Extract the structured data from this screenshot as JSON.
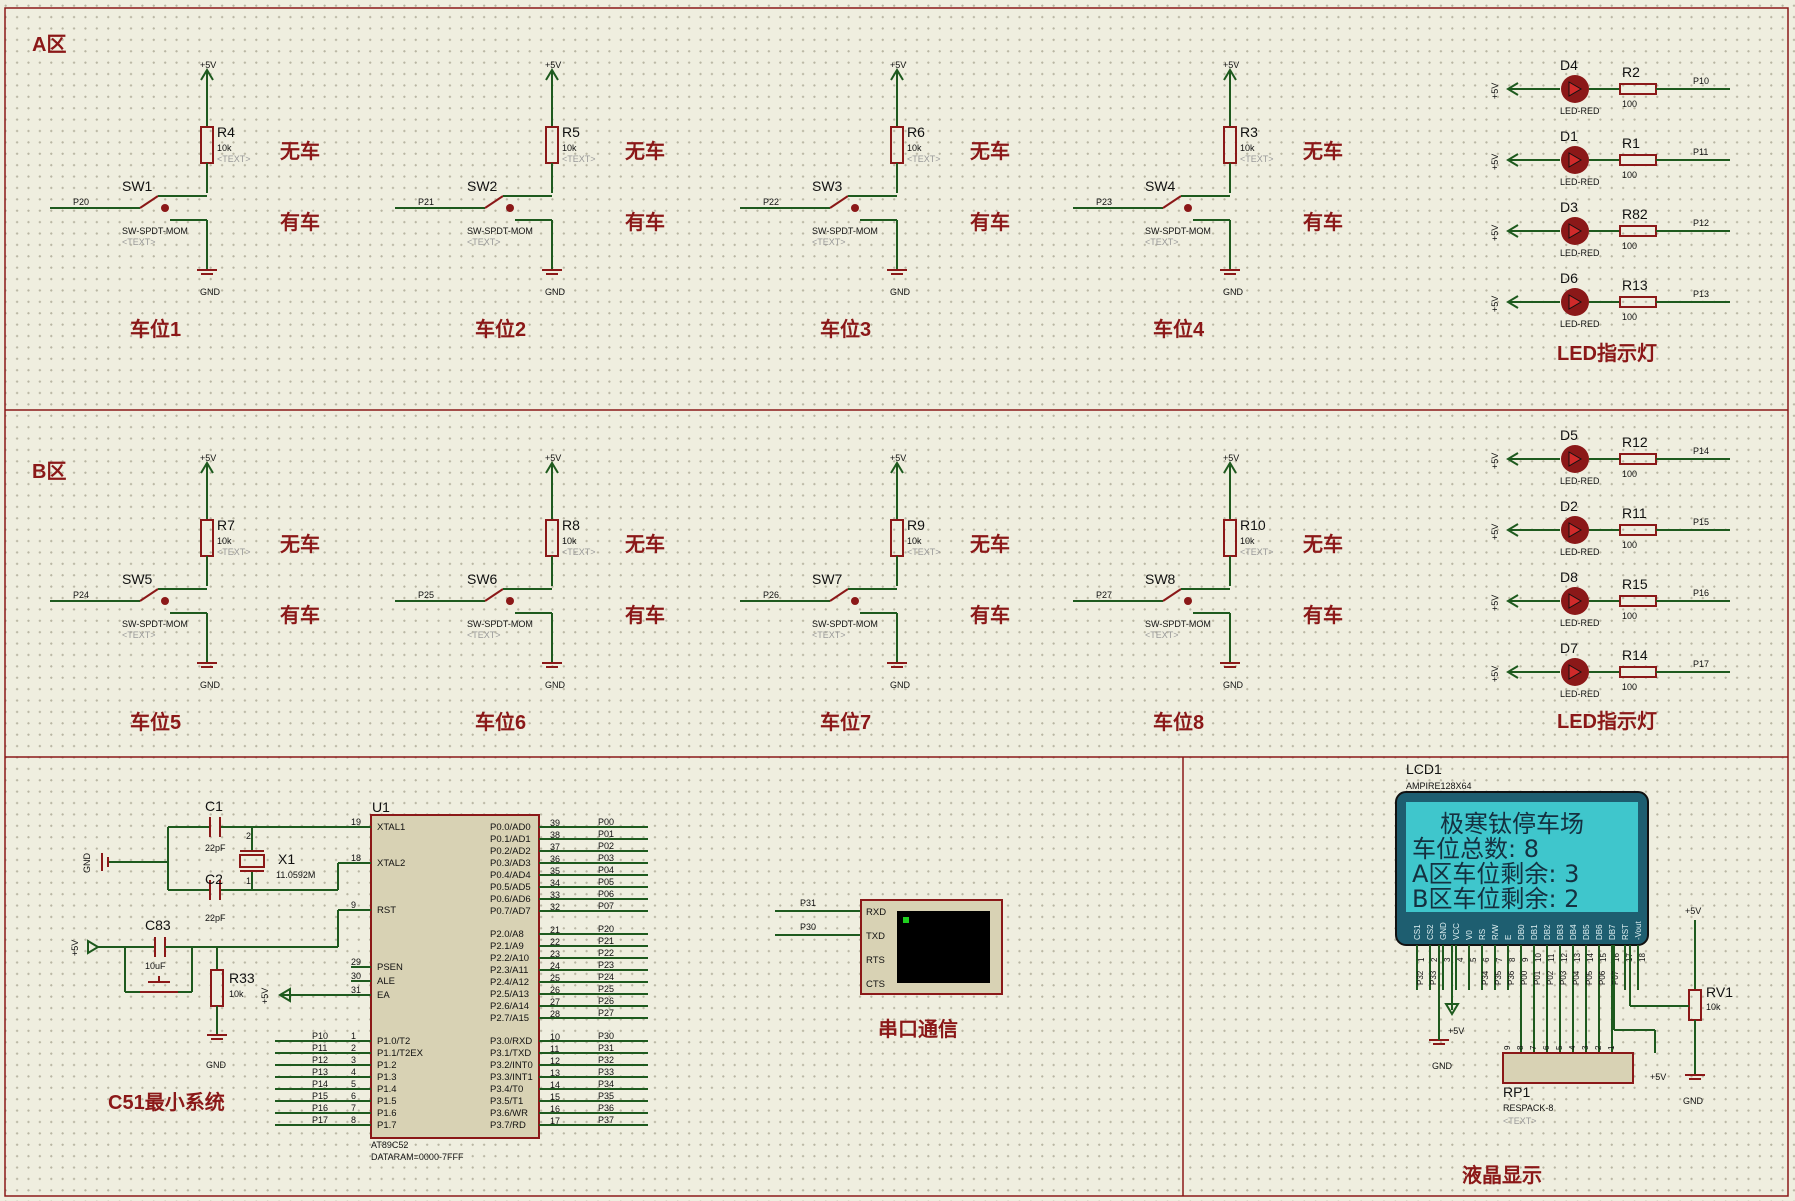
{
  "zones": {
    "a": {
      "label": "A区"
    },
    "b": {
      "label": "B区"
    }
  },
  "power": {
    "vcc": "+5V",
    "gnd": "GND"
  },
  "switch_state": {
    "empty": "无车",
    "occupied": "有车"
  },
  "common": {
    "switch_model": "SW-SPDT-MOM",
    "text_placeholder": "<TEXT>",
    "res_10k": "10k",
    "res_100": "100",
    "led_model": "LED-RED"
  },
  "parking_a": [
    {
      "sw": "SW1",
      "res": "R4",
      "net": "P20",
      "slot": "车位1"
    },
    {
      "sw": "SW2",
      "res": "R5",
      "net": "P21",
      "slot": "车位2"
    },
    {
      "sw": "SW3",
      "res": "R6",
      "net": "P22",
      "slot": "车位3"
    },
    {
      "sw": "SW4",
      "res": "R3",
      "net": "P23",
      "slot": "车位4"
    }
  ],
  "parking_b": [
    {
      "sw": "SW5",
      "res": "R7",
      "net": "P24",
      "slot": "车位5"
    },
    {
      "sw": "SW6",
      "res": "R8",
      "net": "P25",
      "slot": "车位6"
    },
    {
      "sw": "SW7",
      "res": "R9",
      "net": "P26",
      "slot": "车位7"
    },
    {
      "sw": "SW8",
      "res": "R10",
      "net": "P27",
      "slot": "车位8"
    }
  ],
  "leds_a": [
    {
      "led": "D4",
      "res": "R2",
      "net": "P10"
    },
    {
      "led": "D1",
      "res": "R1",
      "net": "P11"
    },
    {
      "led": "D3",
      "res": "R82",
      "net": "P12"
    },
    {
      "led": "D6",
      "res": "R13",
      "net": "P13"
    }
  ],
  "leds_b": [
    {
      "led": "D5",
      "res": "R12",
      "net": "P14"
    },
    {
      "led": "D2",
      "res": "R11",
      "net": "P15"
    },
    {
      "led": "D8",
      "res": "R15",
      "net": "P16"
    },
    {
      "led": "D7",
      "res": "R14",
      "net": "P17"
    }
  ],
  "led_section_title": "LED指示灯",
  "mcu": {
    "ref": "U1",
    "model": "AT89C52",
    "datamem": "DATARAM=0000-7FFF",
    "left_pins": [
      {
        "num": "19",
        "name": "XTAL1"
      },
      {
        "num": "18",
        "name": "XTAL2"
      },
      {
        "num": "9",
        "name": "RST"
      },
      {
        "num": "29",
        "name": "PSEN"
      },
      {
        "num": "30",
        "name": "ALE"
      },
      {
        "num": "31",
        "name": "EA"
      },
      {
        "num": "1",
        "name": "P1.0/T2"
      },
      {
        "num": "2",
        "name": "P1.1/T2EX"
      },
      {
        "num": "3",
        "name": "P1.2"
      },
      {
        "num": "4",
        "name": "P1.3"
      },
      {
        "num": "5",
        "name": "P1.4"
      },
      {
        "num": "6",
        "name": "P1.5"
      },
      {
        "num": "7",
        "name": "P1.6"
      },
      {
        "num": "8",
        "name": "P1.7"
      }
    ],
    "p1_nets": [
      "P10",
      "P11",
      "P12",
      "P13",
      "P14",
      "P15",
      "P16",
      "P17"
    ],
    "port0": [
      {
        "num": "39",
        "name": "P0.0/AD0",
        "net": "P00"
      },
      {
        "num": "38",
        "name": "P0.1/AD1",
        "net": "P01"
      },
      {
        "num": "37",
        "name": "P0.2/AD2",
        "net": "P02"
      },
      {
        "num": "36",
        "name": "P0.3/AD3",
        "net": "P03"
      },
      {
        "num": "35",
        "name": "P0.4/AD4",
        "net": "P04"
      },
      {
        "num": "34",
        "name": "P0.5/AD5",
        "net": "P05"
      },
      {
        "num": "33",
        "name": "P0.6/AD6",
        "net": "P06"
      },
      {
        "num": "32",
        "name": "P0.7/AD7",
        "net": "P07"
      }
    ],
    "port2": [
      {
        "num": "21",
        "name": "P2.0/A8",
        "net": "P20"
      },
      {
        "num": "22",
        "name": "P2.1/A9",
        "net": "P21"
      },
      {
        "num": "23",
        "name": "P2.2/A10",
        "net": "P22"
      },
      {
        "num": "24",
        "name": "P2.3/A11",
        "net": "P23"
      },
      {
        "num": "25",
        "name": "P2.4/A12",
        "net": "P24"
      },
      {
        "num": "26",
        "name": "P2.5/A13",
        "net": "P25"
      },
      {
        "num": "27",
        "name": "P2.6/A14",
        "net": "P26"
      },
      {
        "num": "28",
        "name": "P2.7/A15",
        "net": "P27"
      }
    ],
    "port3": [
      {
        "num": "10",
        "name": "P3.0/RXD",
        "net": "P30"
      },
      {
        "num": "11",
        "name": "P3.1/TXD",
        "net": "P31"
      },
      {
        "num": "12",
        "name": "P3.2/INT0",
        "net": "P32"
      },
      {
        "num": "13",
        "name": "P3.3/INT1",
        "net": "P33"
      },
      {
        "num": "14",
        "name": "P3.4/T0",
        "net": "P34"
      },
      {
        "num": "15",
        "name": "P3.5/T1",
        "net": "P35"
      },
      {
        "num": "16",
        "name": "P3.6/WR",
        "net": "P36"
      },
      {
        "num": "17",
        "name": "P3.7/RD",
        "net": "P37"
      }
    ]
  },
  "minsys": {
    "c1": "C1",
    "c1_val": "22pF",
    "c2": "C2",
    "c2_val": "22pF",
    "x1": "X1",
    "x1_val": "11.0592M",
    "c83": "C83",
    "c83_val": "10uF",
    "r33": "R33",
    "r33_val": "10k",
    "xtal_pin1": "1",
    "xtal_pin2": "2",
    "title": "C51最小系统"
  },
  "serial": {
    "pins": [
      "RXD",
      "TXD",
      "RTS",
      "CTS"
    ],
    "nets": [
      "P31",
      "P30"
    ],
    "title": "串口通信"
  },
  "lcd": {
    "ref": "LCD1",
    "model": "AMPIRE128X64",
    "screen_lines": [
      "极寒钛停车场",
      "车位总数: 8",
      "A区车位剩余: 3",
      "B区车位剩余: 2"
    ],
    "pin_names": [
      "CS1",
      "CS2",
      "GND",
      "VCC",
      "V0",
      "RS",
      "R/W",
      "E",
      "DB0",
      "DB1",
      "DB2",
      "DB3",
      "DB4",
      "DB5",
      "DB6",
      "DB7",
      "RST",
      "-Vout"
    ],
    "pin_nums": [
      "1",
      "2",
      "3",
      "4",
      "5",
      "6",
      "7",
      "8",
      "9",
      "10",
      "11",
      "12",
      "13",
      "14",
      "15",
      "16",
      "17",
      "18"
    ],
    "nets": [
      "P32",
      "P33",
      "P34",
      "P35",
      "P36",
      "P00",
      "P01",
      "P02",
      "P03",
      "P04",
      "P05",
      "P06",
      "P07"
    ],
    "title": "液晶显示"
  },
  "rv1": {
    "ref": "RV1",
    "val": "10k"
  },
  "rp1": {
    "ref": "RP1",
    "model": "RESPACK-8",
    "pins": [
      "9",
      "8",
      "7",
      "6",
      "5",
      "4",
      "3",
      "2",
      "1"
    ]
  }
}
